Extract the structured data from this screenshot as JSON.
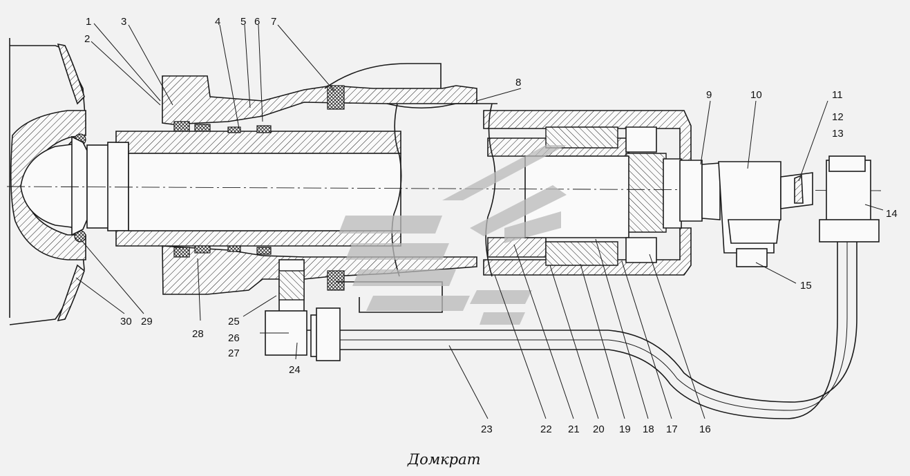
{
  "figure": {
    "caption": "Домкрат",
    "callouts": [
      {
        "id": "1",
        "text": "1"
      },
      {
        "id": "2",
        "text": "2"
      },
      {
        "id": "3",
        "text": "3"
      },
      {
        "id": "4",
        "text": "4"
      },
      {
        "id": "5",
        "text": "5"
      },
      {
        "id": "6",
        "text": "6"
      },
      {
        "id": "7",
        "text": "7"
      },
      {
        "id": "8",
        "text": "8"
      },
      {
        "id": "9",
        "text": "9"
      },
      {
        "id": "10",
        "text": "10"
      },
      {
        "id": "11",
        "text": "11"
      },
      {
        "id": "12",
        "text": "12"
      },
      {
        "id": "13",
        "text": "13"
      },
      {
        "id": "14",
        "text": "14"
      },
      {
        "id": "15",
        "text": "15"
      },
      {
        "id": "16",
        "text": "16"
      },
      {
        "id": "17",
        "text": "17"
      },
      {
        "id": "18",
        "text": "18"
      },
      {
        "id": "19",
        "text": "19"
      },
      {
        "id": "20",
        "text": "20"
      },
      {
        "id": "21",
        "text": "21"
      },
      {
        "id": "22",
        "text": "22"
      },
      {
        "id": "23",
        "text": "23"
      },
      {
        "id": "24",
        "text": "24"
      },
      {
        "id": "25",
        "text": "25"
      },
      {
        "id": "26",
        "text": "26"
      },
      {
        "id": "27",
        "text": "27"
      },
      {
        "id": "28",
        "text": "28"
      },
      {
        "id": "29",
        "text": "29"
      },
      {
        "id": "30",
        "text": "30"
      }
    ]
  },
  "colors": {
    "background": "#f2f2f2",
    "ink": "#1a1a1a",
    "watermark": "#b9b9b9"
  }
}
